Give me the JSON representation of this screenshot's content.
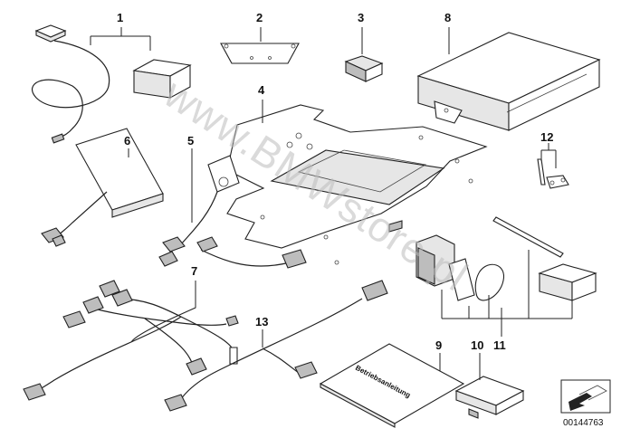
{
  "callouts": {
    "c1": "1",
    "c2": "2",
    "c3": "3",
    "c4": "4",
    "c5": "5",
    "c6": "6",
    "c7": "7",
    "c8": "8",
    "c9": "9",
    "c10": "10",
    "c11": "11",
    "c12": "12",
    "c13": "13"
  },
  "watermark": "www.BMWstore.pl",
  "booklet_title": "Betriebsanleitung",
  "diagram_id": "00144763"
}
